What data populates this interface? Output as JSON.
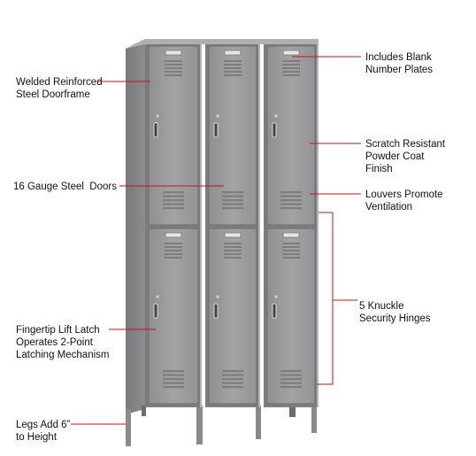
{
  "callouts": {
    "welded_frame": [
      "Welded Reinforced",
      "Steel Doorframe"
    ],
    "gauge_doors": [
      "16 Gauge Steel  Doors"
    ],
    "fingertip_latch": [
      "Fingertip Lift Latch",
      "Operates 2-Point",
      "Latching Mechanism"
    ],
    "legs": [
      "Legs Add 6”",
      "to Height"
    ],
    "number_plates": [
      "Includes Blank",
      "Number Plates"
    ],
    "powder_coat": [
      "Scratch Resistant",
      "Powder Coat",
      "Finish"
    ],
    "louvers": [
      "Louvers Promote",
      "Ventilation"
    ],
    "hinges": [
      "5 Knuckle",
      "Security Hinges"
    ]
  },
  "colors": {
    "locker": "#9b9b9d",
    "locker_dark": "#7c7c7e",
    "locker_light": "#b4b4b6",
    "leader_line": "#cc1111",
    "text": "#111111"
  },
  "lockers": {
    "columns": 3,
    "tiers": 2
  }
}
